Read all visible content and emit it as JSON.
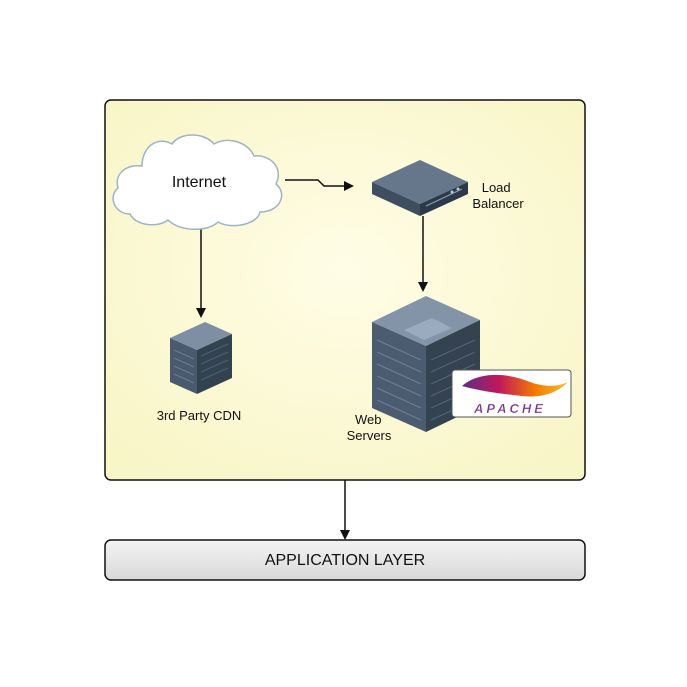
{
  "nodes": {
    "internet": {
      "label": "Internet"
    },
    "load_balancer": {
      "label_line1": "Load",
      "label_line2": "Balancer"
    },
    "cdn": {
      "label": "3rd Party CDN"
    },
    "web_servers": {
      "label_line1": "Web",
      "label_line2": "Servers"
    },
    "apache_logo": {
      "text": "APACHE"
    },
    "application_layer": {
      "label": "APPLICATION LAYER"
    }
  },
  "colors": {
    "container_fill": "#fdfbd7",
    "container_border": "#111111",
    "app_layer_fill": "#e6e6e6",
    "server_dark": "#3c4a5c",
    "server_mid": "#56677b",
    "server_light": "#7f8fa3",
    "apache_text": "#7a2e8f"
  }
}
